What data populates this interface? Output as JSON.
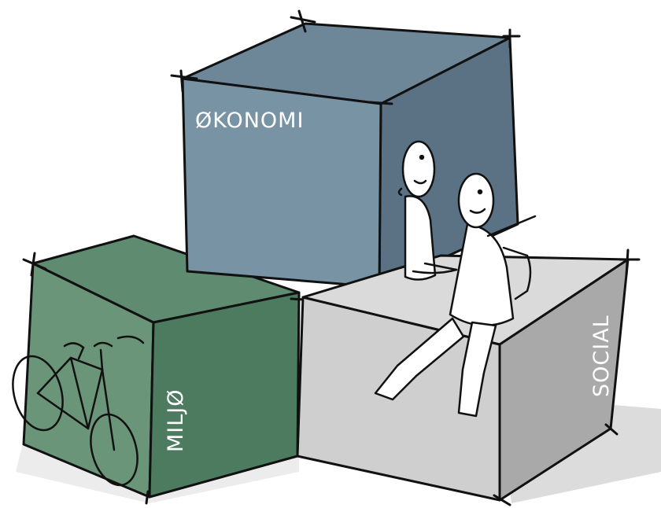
{
  "labels": {
    "economy": "ØKONOMI",
    "environment": "MILJØ",
    "social": "SOCIAL"
  },
  "colors": {
    "economy_front": "#7893a4",
    "economy_side": "#5a7284",
    "economy_top": "#6e8798",
    "environment_top": "#5f8b70",
    "environment_front": "#4d7b60",
    "environment_left": "#6b9579",
    "social_top": "#dadada",
    "social_front": "#cfcfcf",
    "social_side": "#a9a9a9",
    "shadow": "#dcdcdc",
    "ink": "#111111"
  },
  "icons": [
    "bicycle-icon",
    "person-icon",
    "person-icon"
  ]
}
